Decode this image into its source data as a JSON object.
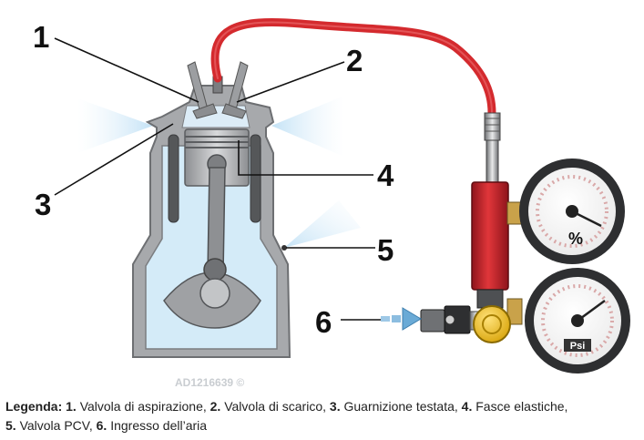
{
  "callouts": [
    "1",
    "2",
    "3",
    "4",
    "5",
    "6"
  ],
  "watermark": "AD1216639 ©",
  "gauges": {
    "top_unit": "%",
    "bottom_unit": "Psi"
  },
  "legend": {
    "heading": "Legenda:",
    "items": [
      {
        "num": "1.",
        "text": " Valvola di aspirazione,"
      },
      {
        "num": "2.",
        "text": " Valvola di scarico,"
      },
      {
        "num": "3.",
        "text": " Guarnizione testata,"
      },
      {
        "num": "4.",
        "text": " Fasce elastiche,"
      },
      {
        "num": "5.",
        "text": " Valvola PCV,"
      },
      {
        "num": "6.",
        "text": " Ingresso dell’aria"
      }
    ]
  },
  "colors": {
    "hose": "#d42a2e",
    "regulator": "#c0202a",
    "knob": "#f3c21a",
    "engine": "#a7a9ac",
    "air": "#cfe8f7"
  }
}
